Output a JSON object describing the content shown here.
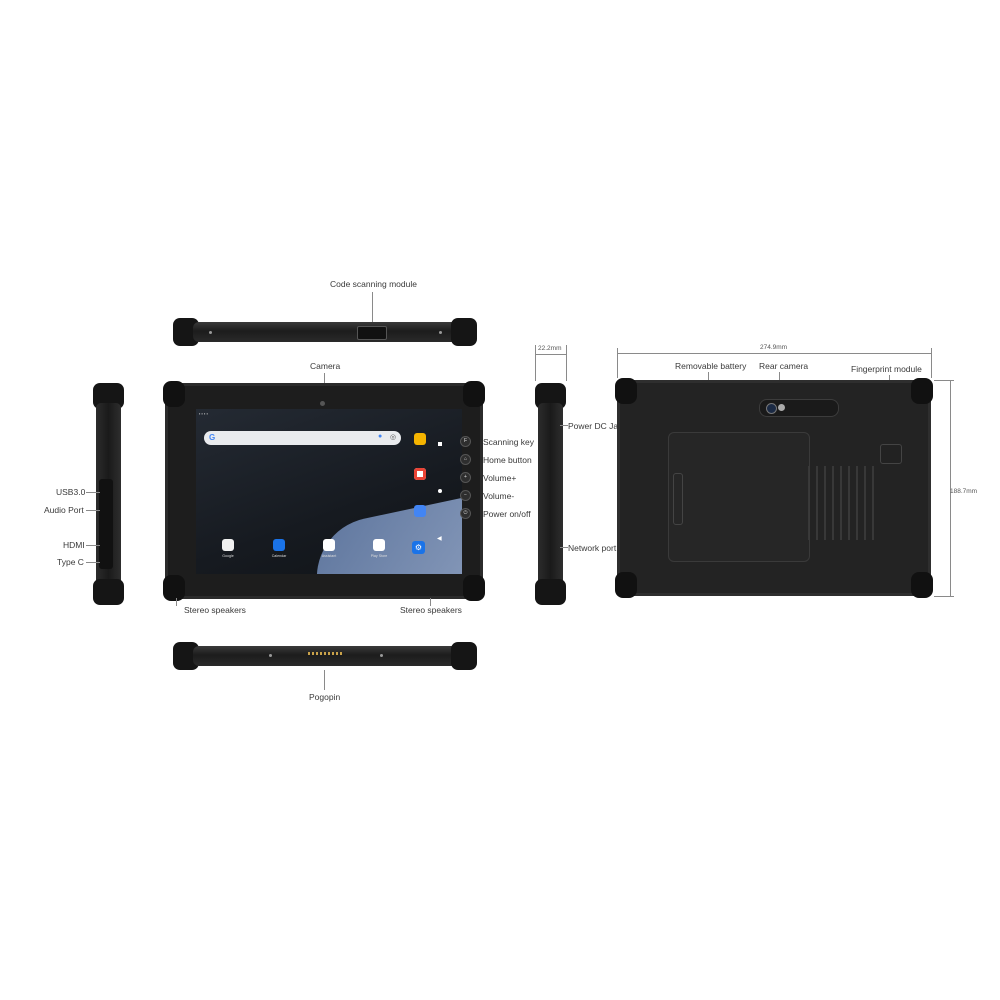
{
  "labels": {
    "code_scanning_module": "Code scanning module",
    "camera": "Camera",
    "scanning_key": "Scanning key",
    "home_button": "Home button",
    "volume_plus": "Volume+",
    "volume_minus": "Volume-",
    "power_on_off": "Power on/off",
    "usb30": "USB3.0",
    "audio_port": "Audio Port",
    "hdmi": "HDMI",
    "type_c": "Type C",
    "stereo_speakers_left": "Stereo speakers",
    "stereo_speakers_right": "Stereo speakers",
    "pogopin": "Pogopin",
    "power_dc_jack": "Power DC Jack",
    "network_port": "Network port",
    "removable_battery": "Removable battery",
    "rear_camera": "Rear camera",
    "fingerprint_module": "Fingerprint module"
  },
  "dimensions": {
    "thickness": "22.2mm",
    "width": "274.9mm",
    "height": "188.7mm"
  },
  "screen": {
    "apps": [
      {
        "name": "Google",
        "color": "#f1f1f1"
      },
      {
        "name": "Calendar",
        "color": "#1a73e8"
      },
      {
        "name": "Assistant",
        "color": "#ffffff"
      },
      {
        "name": "Play Store",
        "color": "#ffffff"
      }
    ],
    "dock_right_colors": [
      "#f5b400",
      "#ea4335",
      "#4285f4",
      "#1a73e8"
    ]
  }
}
